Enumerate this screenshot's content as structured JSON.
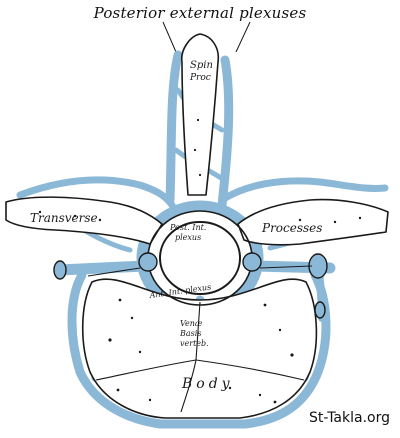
{
  "title": "Posterior external plexuses",
  "labels": {
    "spine_1": "Spin",
    "spine_2": "Proc",
    "transverse": "Transverse",
    "processes": "Processes",
    "post_int_1": "Post. Int.",
    "post_int_2": "plexus",
    "ant_int": "Ant. Int. plexus",
    "venae_1": "Venæ",
    "venae_2": "Basis",
    "venae_3": "verteb.",
    "body": "Body"
  },
  "watermark": "St-Takla.org",
  "colors": {
    "vein": "#8cb8d8",
    "ink": "#1a1a1a",
    "bone": "#ffffff"
  }
}
